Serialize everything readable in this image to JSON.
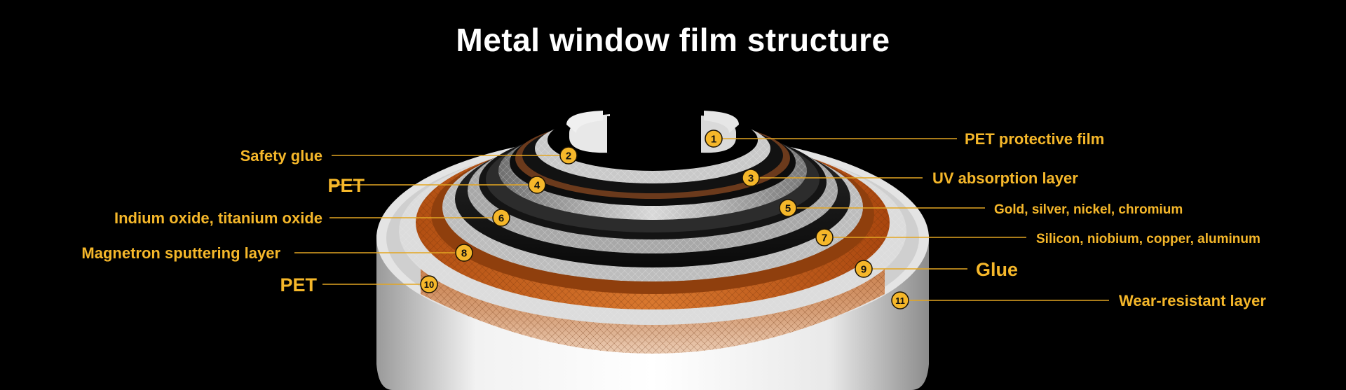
{
  "title": "Metal window film structure",
  "labels": {
    "l1": "PET protective film",
    "l2": "Safety glue",
    "l3": "UV absorption layer",
    "l4": "PET",
    "l5": "Gold, silver, nickel, chromium",
    "l6": "Indium oxide, titanium oxide",
    "l7": "Silicon, niobium, copper, aluminum",
    "l8": "Magnetron sputtering layer",
    "l9": "Glue",
    "l10": "PET",
    "l11": "Wear-resistant layer"
  },
  "badges": {
    "b1": "1",
    "b2": "2",
    "b3": "3",
    "b4": "4",
    "b5": "5",
    "b6": "6",
    "b7": "7",
    "b8": "8",
    "b9": "9",
    "b10": "10",
    "b11": "11"
  },
  "colors": {
    "accent": "#f5b72a",
    "background": "#000000",
    "title": "#ffffff",
    "copper": "#c8682a",
    "silver": "#d8d8d8"
  }
}
